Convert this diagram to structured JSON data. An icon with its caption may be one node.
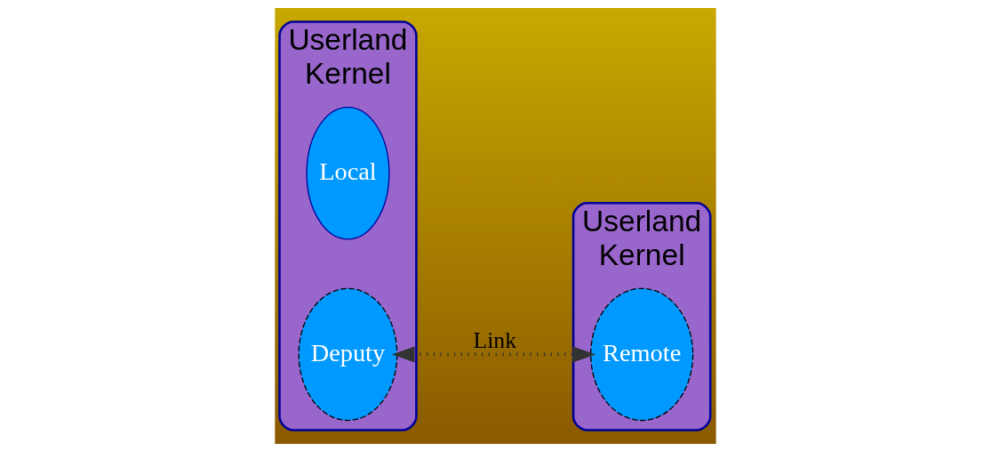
{
  "diagram": {
    "nodes": [
      {
        "text": [
          "Userland",
          "Kernel"
        ]
      },
      {
        "text": [
          "Local"
        ],
        "in": 0
      },
      {
        "text": [
          "Deputy"
        ],
        "in": 0
      },
      {
        "text": [
          "Userland",
          "Kernel"
        ]
      },
      {
        "text": [
          "Remote"
        ],
        "in": 3
      }
    ],
    "edges": [
      {
        "from": 2,
        "to": 4,
        "arrow": "both",
        "label": "Link",
        "style": "dashed"
      }
    ]
  }
}
